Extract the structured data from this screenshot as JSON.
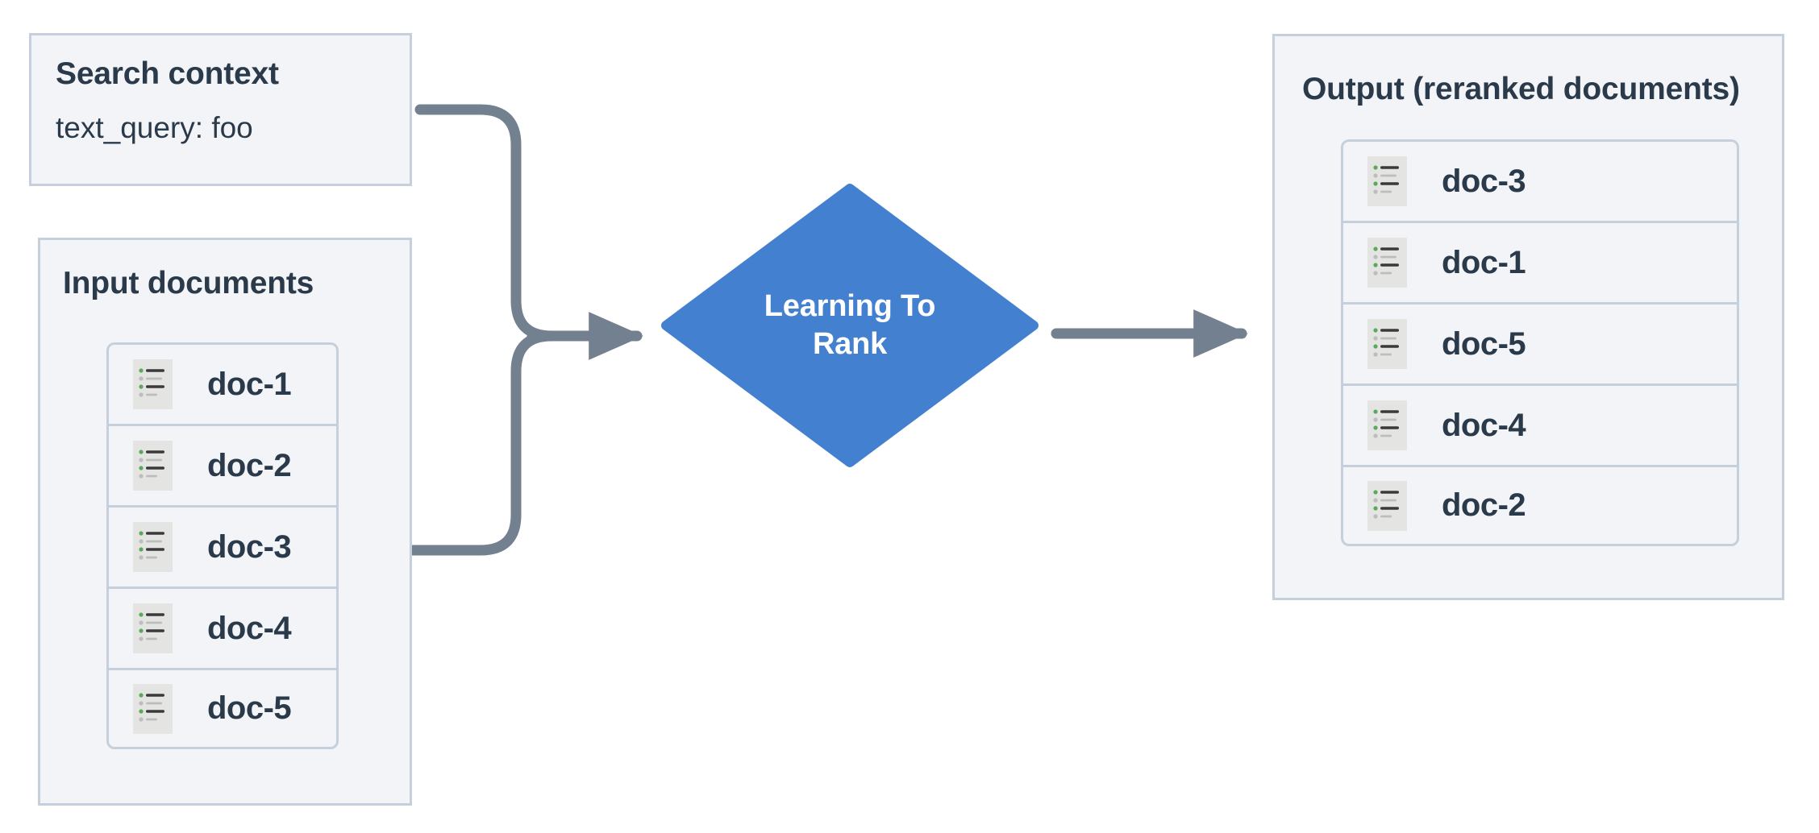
{
  "diagram": {
    "title_text_none": "",
    "search_context": {
      "title": "Search context",
      "query_line": "text_query: foo"
    },
    "input_documents": {
      "title": "Input documents",
      "docs": [
        {
          "label": "doc-1",
          "icon": "document-list-icon"
        },
        {
          "label": "doc-2",
          "icon": "document-list-icon"
        },
        {
          "label": "doc-3",
          "icon": "document-list-icon"
        },
        {
          "label": "doc-4",
          "icon": "document-list-icon"
        },
        {
          "label": "doc-5",
          "icon": "document-list-icon"
        }
      ]
    },
    "process_node": {
      "label_line_1": "Learning To",
      "label_line_2": "Rank",
      "shape": "diamond"
    },
    "output_documents": {
      "title": "Output (reranked documents)",
      "docs": [
        {
          "label": "doc-3",
          "icon": "document-list-icon"
        },
        {
          "label": "doc-1",
          "icon": "document-list-icon"
        },
        {
          "label": "doc-5",
          "icon": "document-list-icon"
        },
        {
          "label": "doc-4",
          "icon": "document-list-icon"
        },
        {
          "label": "doc-2",
          "icon": "document-list-icon"
        }
      ]
    },
    "connectors": [
      {
        "name": "search-context-to-ltr",
        "from": "search-context",
        "to": "process-node",
        "style": "elbow-arrow"
      },
      {
        "name": "input-documents-to-ltr",
        "from": "input-documents",
        "to": "process-node",
        "style": "elbow-arrow"
      },
      {
        "name": "ltr-to-output",
        "from": "process-node",
        "to": "output-documents",
        "style": "straight-arrow"
      }
    ],
    "colors": {
      "panel_fill": "#f2f4f7",
      "panel_border": "#c5d0dc",
      "text": "#2b3a4a",
      "node_fill": "#4480d0",
      "node_text": "#ffffff",
      "connector": "#73808f",
      "icon_bg": "#e4e4e3",
      "icon_accent": "#5aa85a",
      "icon_line_dark": "#3a3a3a",
      "icon_line_light": "#bdbdbd"
    }
  }
}
